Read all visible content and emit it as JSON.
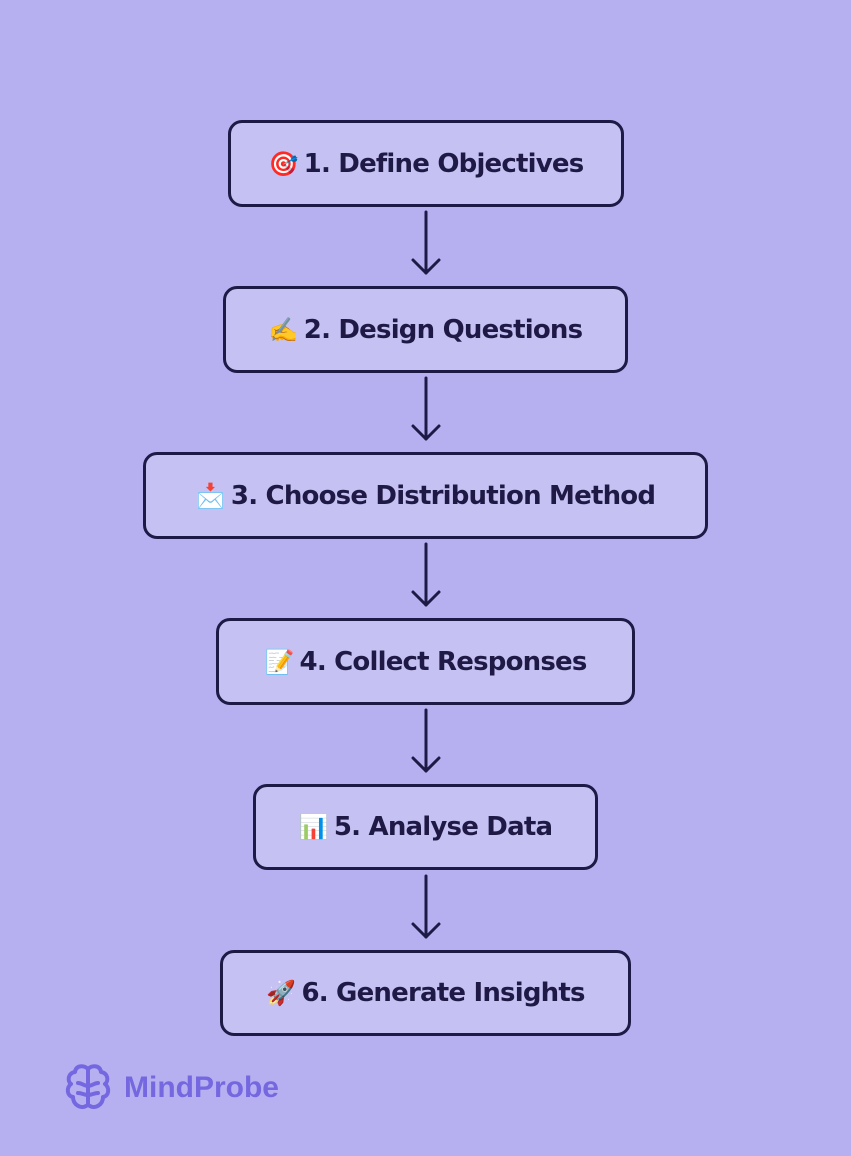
{
  "steps": [
    {
      "icon": "🎯",
      "icon_name": "target-icon",
      "label": "1. Define Objectives"
    },
    {
      "icon": "✍️",
      "icon_name": "writing-hand-icon",
      "label": "2. Design Questions"
    },
    {
      "icon": "📩",
      "icon_name": "envelope-icon",
      "label": "3. Choose Distribution Method"
    },
    {
      "icon": "📝",
      "icon_name": "memo-icon",
      "label": "4. Collect Responses"
    },
    {
      "icon": "📊",
      "icon_name": "bar-chart-icon",
      "label": "5. Analyse Data"
    },
    {
      "icon": "🚀",
      "icon_name": "rocket-icon",
      "label": "6. Generate Insights"
    }
  ],
  "brand": {
    "name": "MindProbe",
    "color": "#7467e0"
  },
  "colors": {
    "background": "#b6b0f1",
    "box": "#c5c1f2",
    "ink": "#1e1a46"
  }
}
